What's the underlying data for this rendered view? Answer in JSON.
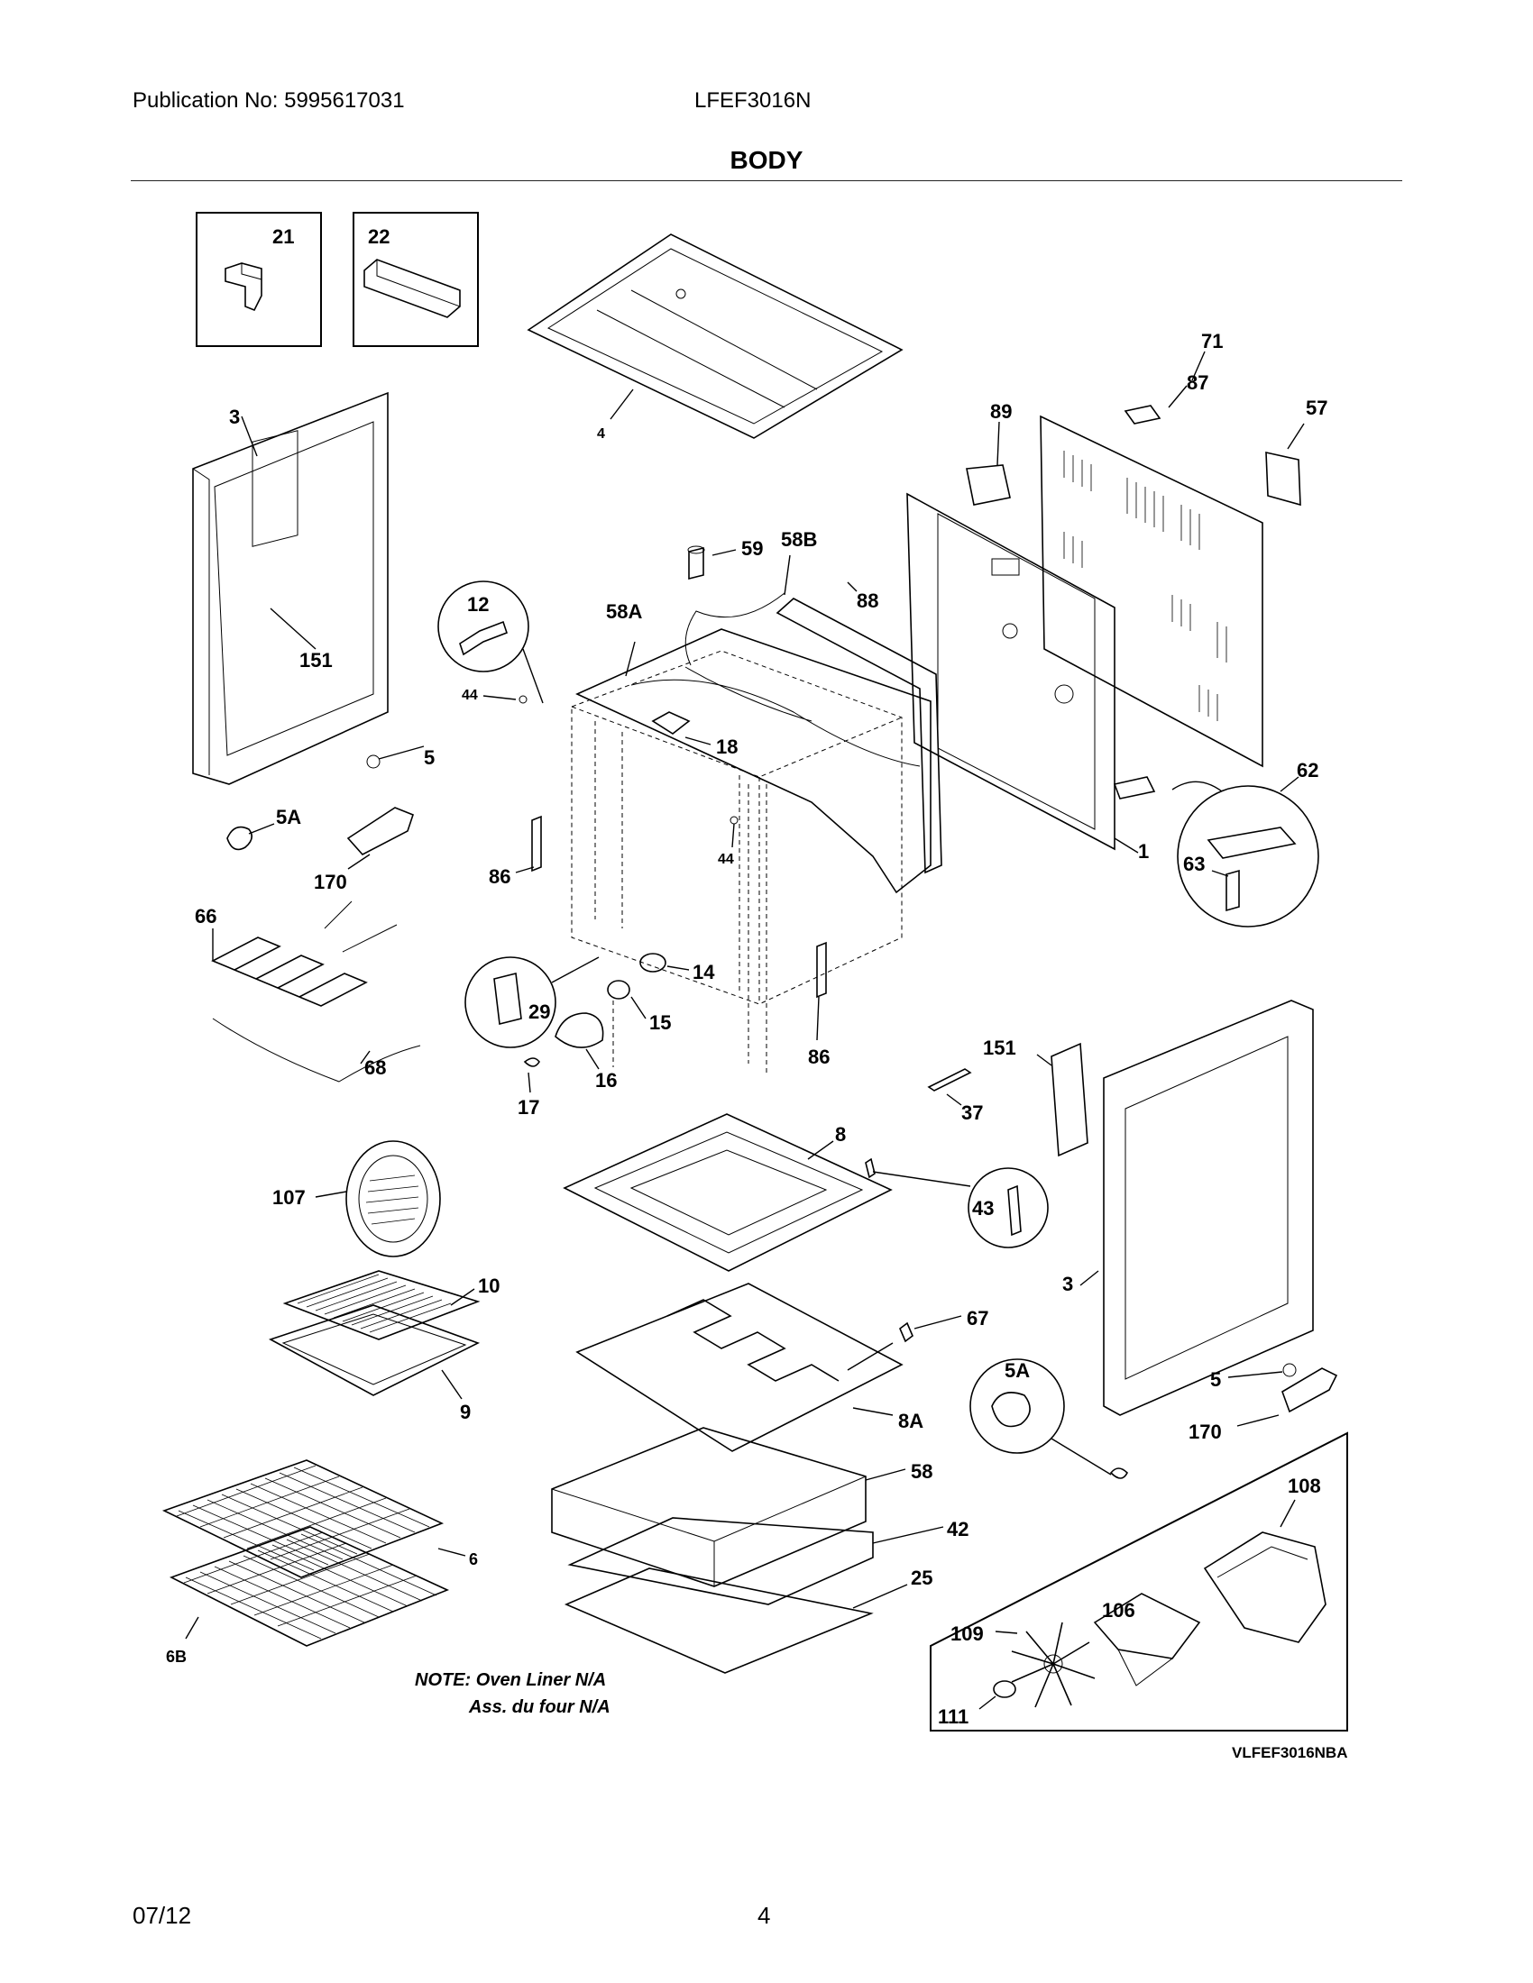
{
  "header": {
    "publication": "Publication No: 5995617031",
    "model": "LFEF3016N",
    "section": "BODY"
  },
  "footer": {
    "date": "07/12",
    "page": "4"
  },
  "note": {
    "line1": "NOTE: Oven Liner N/A",
    "line2": "Ass. du four N/A"
  },
  "diagram_code": "VLFEF3016NBA",
  "labels": {
    "p21": "21",
    "p22": "22",
    "p3a": "3",
    "p4": "4",
    "p89": "89",
    "p87": "87",
    "p57": "57",
    "p71": "71",
    "p58b": "58B",
    "p59": "59",
    "p88": "88",
    "p12": "12",
    "p58a": "58A",
    "p151a": "151",
    "p44a": "44",
    "p18": "18",
    "p5a": "5",
    "p62": "62",
    "p5A_left": "5A",
    "p170a": "170",
    "p86a": "86",
    "p44b": "44",
    "p1": "1",
    "p63": "63",
    "p66": "66",
    "p29": "29",
    "p14": "14",
    "p15": "15",
    "p86b": "86",
    "p68": "68",
    "p16": "16",
    "p17": "17",
    "p151b": "151",
    "p37": "37",
    "p107": "107",
    "p8": "8",
    "p43": "43",
    "p3b": "3",
    "p10": "10",
    "p67": "67",
    "p5A_right": "5A",
    "p5b": "5",
    "p9": "9",
    "p8a": "8A",
    "p170b": "170",
    "p108": "108",
    "p58": "58",
    "p6": "6",
    "p42": "42",
    "p25": "25",
    "p106": "106",
    "p6b": "6B",
    "p109": "109",
    "p111": "111"
  }
}
